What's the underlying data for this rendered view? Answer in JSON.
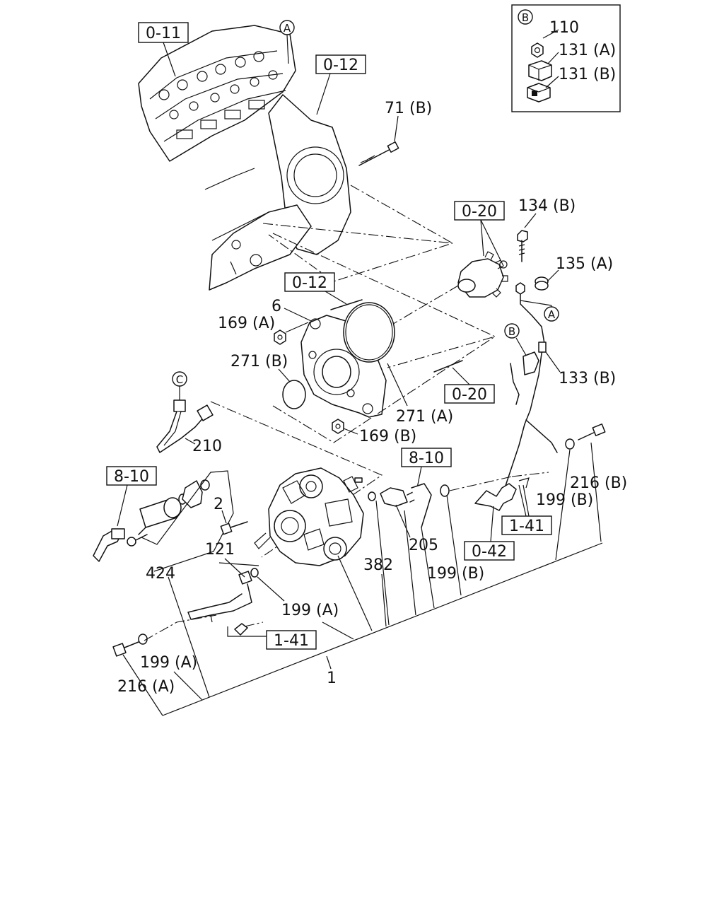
{
  "references": {
    "cyl_head": "0-11",
    "plate_top": "0-12",
    "plate_mid": "0-12",
    "gear": "0-20",
    "studs": "0-20",
    "sensor_conn": "8-10",
    "scv_conn": "8-10",
    "clip_right": "1-41",
    "clip_left": "1-41",
    "harness": "0-42"
  },
  "callouts": {
    "a_top": "A",
    "a_harness": "A",
    "b_inset": "B",
    "b_bracket": "B",
    "c_pipe": "C"
  },
  "parts": {
    "p110": "110",
    "p131a": "131 (A)",
    "p131b": "131 (B)",
    "p71b": "71 (B)",
    "p134b": "134 (B)",
    "p135a": "135 (A)",
    "p133b": "133 (B)",
    "p6": "6",
    "p169a": "169 (A)",
    "p169b": "169 (B)",
    "p271b": "271 (B)",
    "p271a": "271 (A)",
    "p210": "210",
    "p2": "2",
    "p424": "424",
    "p121": "121",
    "p382": "382",
    "p205": "205",
    "p199a_mid": "199 (A)",
    "p199a_low": "199 (A)",
    "p199b_mid": "199 (B)",
    "p199b_right": "199 (B)",
    "p216a": "216 (A)",
    "p216b": "216 (B)",
    "p1": "1"
  }
}
